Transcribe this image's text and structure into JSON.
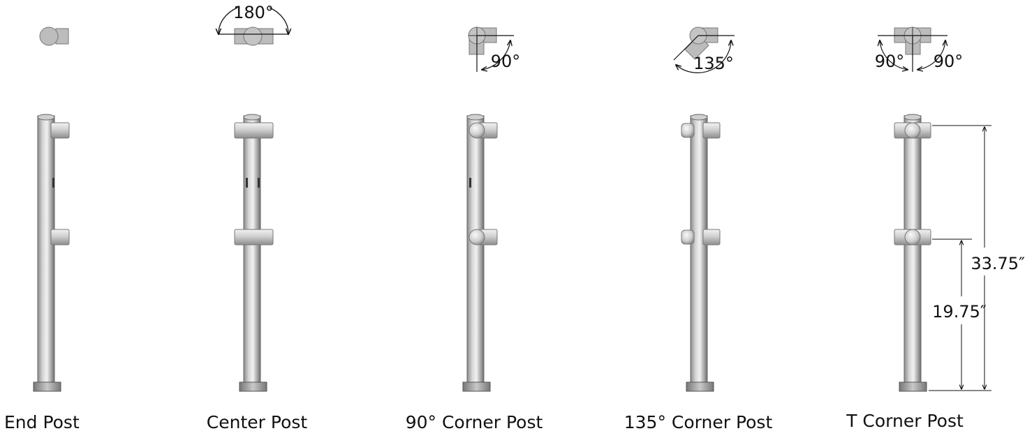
{
  "posts": [
    {
      "caption": "End Post"
    },
    {
      "caption": "Center Post",
      "angle": "180°"
    },
    {
      "caption": "90° Corner Post",
      "angle": "90°"
    },
    {
      "caption": "135° Corner Post",
      "angle": "135°"
    },
    {
      "caption": "T Corner Post",
      "angle_left": "90°",
      "angle_right": "90°"
    }
  ],
  "dimensions": {
    "total_height": "33.75″",
    "lower_height": "19.75″"
  },
  "colors": {
    "metal_light": "#d8d8d8",
    "metal_mid": "#b4b4b4",
    "metal_dark": "#7d7d7d",
    "line": "#111111"
  }
}
